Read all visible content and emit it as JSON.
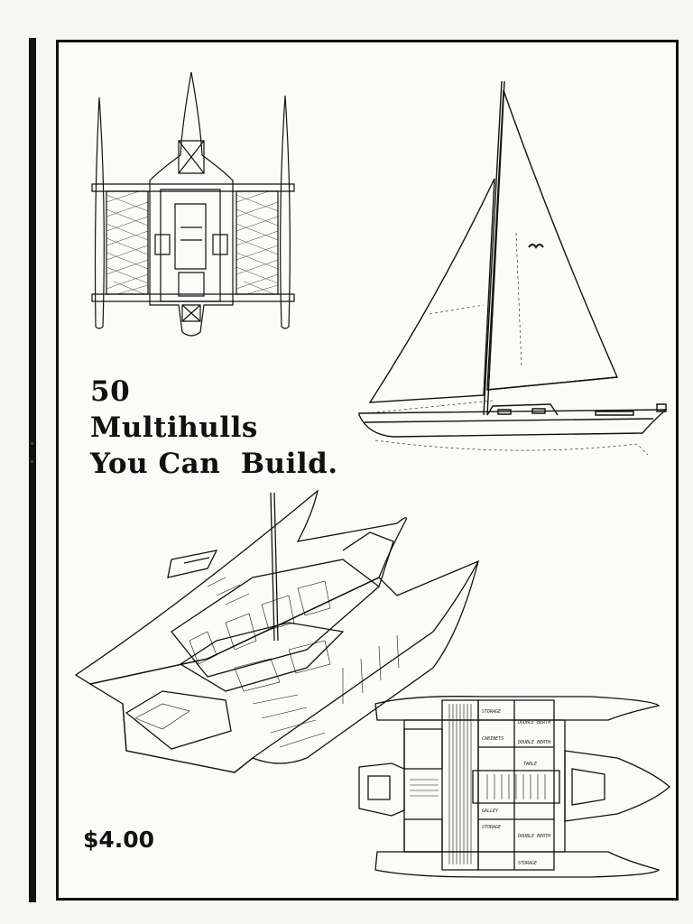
{
  "cover": {
    "title_lines": [
      "50",
      "Multihulls",
      "You Can  Build."
    ],
    "price": "$4.00"
  },
  "drawings": {
    "trimaran_plan": {
      "icon": "trimaran-plan-view-drawing"
    },
    "sloop_profile": {
      "icon": "sloop-sail-profile-drawing"
    },
    "catamaran_cutaway": {
      "icon": "catamaran-cutaway-drawing"
    },
    "catamaran_layout": {
      "icon": "catamaran-accommodation-plan-drawing",
      "labels": [
        "STORAGE",
        "DOUBLE BERTH",
        "CABINETS",
        "DOUBLE BERTH",
        "TABLE",
        "GALLEY",
        "STORAGE",
        "DOUBLE BERTH",
        "STORAGE"
      ]
    }
  },
  "colors": {
    "ink": "#111111",
    "paper": "#fbfbf8"
  }
}
